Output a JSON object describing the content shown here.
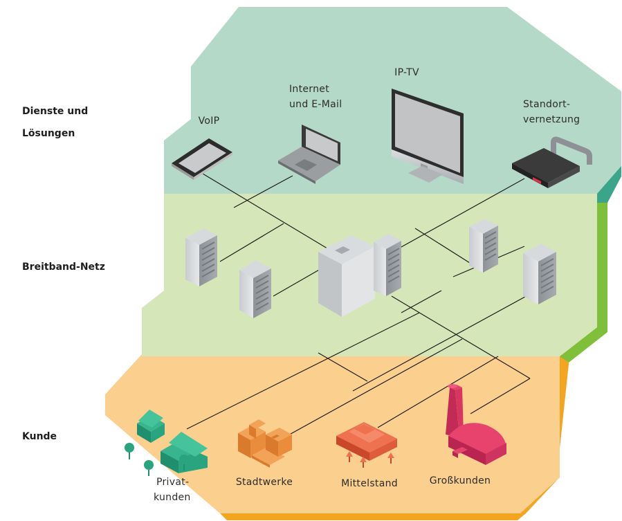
{
  "layers": {
    "services": "Dienste und Lösungen",
    "services_line1": "Dienste und",
    "services_line2": "Lösungen",
    "network": "Breitband-Netz",
    "customer": "Kunde"
  },
  "services": {
    "voip": "VoIP",
    "internet_line1": "Internet",
    "internet_line2": "und E-Mail",
    "iptv": "IP-TV",
    "site_line1": "Standort-",
    "site_line2": "vernetzung"
  },
  "customers": {
    "private_line1": "Privat-",
    "private_line2": "kunden",
    "utilities": "Stadtwerke",
    "sme": "Mittelstand",
    "large": "Großkunden"
  },
  "colors": {
    "services_band": "#b5d9c8",
    "services_edge": "#3aa58a",
    "network_band": "#d5e6b8",
    "network_edge": "#7fbf3a",
    "customer_band": "#fbcf8e",
    "customer_edge": "#f3a520"
  }
}
